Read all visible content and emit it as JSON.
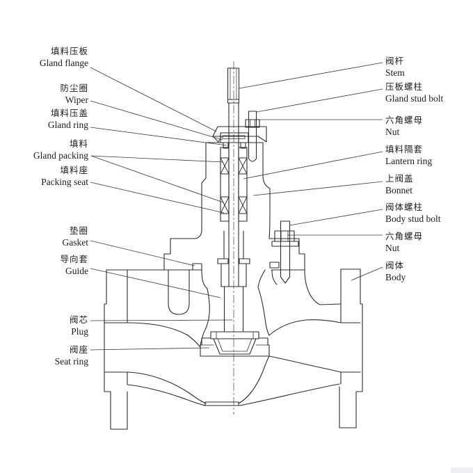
{
  "page": {
    "background": "#ffffff",
    "line_color": "#2b2b2b",
    "leader_color": "#3a3a3a"
  },
  "labels": {
    "left": [
      {
        "zh": "填料压板",
        "en": "Gland flange"
      },
      {
        "zh": "防尘圈",
        "en": "Wiper"
      },
      {
        "zh": "填料压盖",
        "en": "Gland ring"
      },
      {
        "zh": "填料",
        "en": "Gland packing"
      },
      {
        "zh": "填料座",
        "en": "Packing seat"
      },
      {
        "zh": "垫圈",
        "en": "Gasket"
      },
      {
        "zh": "导向套",
        "en": "Guide"
      },
      {
        "zh": "阀芯",
        "en": "Plug"
      },
      {
        "zh": "阀座",
        "en": "Seat ring"
      }
    ],
    "right": [
      {
        "zh": "阀杆",
        "en": "Stem"
      },
      {
        "zh": "压板螺柱",
        "en": "Gland stud bolt"
      },
      {
        "zh": "六角螺母",
        "en": "Nut"
      },
      {
        "zh": "填料隔套",
        "en": "Lantern ring"
      },
      {
        "zh": "上阀盖",
        "en": "Bonnet"
      },
      {
        "zh": "阀体螺柱",
        "en": "Body stud bolt"
      },
      {
        "zh": "六角螺母",
        "en": "Nut"
      },
      {
        "zh": "阀体",
        "en": "Body"
      }
    ]
  }
}
